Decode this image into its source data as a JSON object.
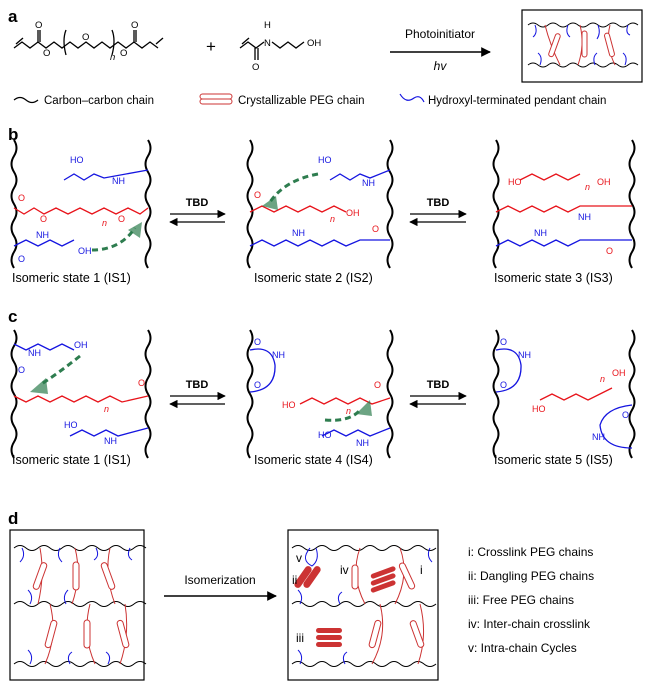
{
  "panels": {
    "a": "a",
    "b": "b",
    "c": "c",
    "d": "d"
  },
  "panel_a": {
    "plus": "+",
    "arrow_top": "Photoinitiator",
    "arrow_bottom": "hv",
    "legend": {
      "carbon": "Carbon–carbon chain",
      "peg": "Crystallizable PEG chain",
      "hydroxyl": "Hydroxyl-terminated pendant chain"
    }
  },
  "chem": {
    "O": "O",
    "OH": "OH",
    "HO": "HO",
    "NH": "NH",
    "N": "N",
    "H": "H",
    "n": "n"
  },
  "catalyst": "TBD",
  "states": {
    "is1": "Isomeric state 1 (IS1)",
    "is2": "Isomeric state 2 (IS2)",
    "is3": "Isomeric state 3 (IS3)",
    "is4": "Isomeric state 4 (IS4)",
    "is5": "Isomeric state 5 (IS5)"
  },
  "panel_d": {
    "arrow_label": "Isomerization",
    "roman": [
      "v",
      "ii",
      "iv",
      "iii",
      "i"
    ],
    "legend": [
      "i: Crosslink PEG chains",
      "ii: Dangling PEG chains",
      "iii: Free PEG chains",
      "iv: Inter-chain crosslink",
      "v: Intra-chain Cycles"
    ]
  },
  "colors": {
    "black": "#000000",
    "red": "#e8141b",
    "blue": "#1515e0",
    "green": "#2e7d4f",
    "network_red": "#cc3333"
  }
}
